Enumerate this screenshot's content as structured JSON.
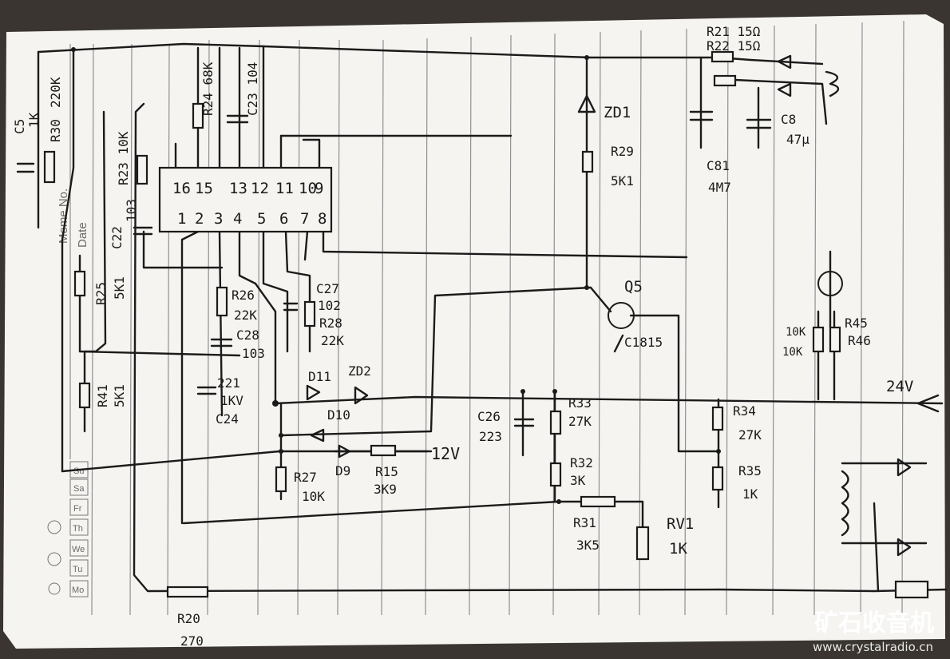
{
  "sheet": {
    "printed": {
      "memo_label": "Meme No.",
      "date_label": "Date",
      "days": [
        "Mo",
        "Tu",
        "We",
        "Th",
        "Fr",
        "Sa",
        "Su"
      ]
    }
  },
  "chip": {
    "pins_top": [
      "16",
      "15",
      "13",
      "12",
      "11",
      "10",
      "9"
    ],
    "pins_bottom": [
      "1",
      "2",
      "3",
      "4",
      "5",
      "6",
      "7",
      "8"
    ]
  },
  "labels": {
    "c5": "C5",
    "c5_val": "1K",
    "r30": "R30",
    "r30_val": "220K",
    "r23": "R23 10K",
    "r24": "R24 68K",
    "c23": "C23 104",
    "c22": "C22",
    "c22_val": "103",
    "r25": "R25",
    "r25_val": "5K1",
    "r41": "R41",
    "r41_val": "5K1",
    "r26": "R26",
    "r26_val": "22K",
    "c28": "C28",
    "c28_val": "103",
    "c27": "C27",
    "c27_val": "102",
    "r28": "R28",
    "r28_val": "22K",
    "c24_val": "221",
    "c24_v": "1KV",
    "c24": "C24",
    "d11": "D11",
    "zd2": "ZD2",
    "d10": "D10",
    "d9": "D9",
    "r15": "R15",
    "r15_val": "3K9",
    "v12": "12V",
    "r27": "R27",
    "r27_val": "10K",
    "zd1": "ZD1",
    "r29": "R29",
    "r29_val": "5K1",
    "q5": "Q5",
    "q5_part": "C1815",
    "c26": "C26",
    "c26_val": "223",
    "r33": "R33",
    "r33_val": "27K",
    "r32": "R32",
    "r32_val": "3K",
    "r31": "R31",
    "r31_val": "3K5",
    "rv1": "RV1",
    "rv1_val": "1K",
    "r34": "R34",
    "r34_val": "27K",
    "r35": "R35",
    "r35_val": "1K",
    "r21": "R21 15Ω",
    "r22": "R22 15Ω",
    "c8": "C8",
    "c8_val": "47μ",
    "c81": "C81",
    "c81_val": "4M7",
    "r45_val": "10K",
    "r46_val": "10K",
    "r45": "R45",
    "r46": "R46",
    "v24": "24V",
    "r20": "R20",
    "r20_val": "270"
  },
  "watermark": {
    "title": "矿石收音机",
    "url": "www.crystalradio.cn"
  },
  "colors": {
    "paper": "#f5f4f0",
    "ink": "#1b1b1b",
    "rule": "#8f8f95",
    "watermark_bg": "#1d5fa8"
  }
}
